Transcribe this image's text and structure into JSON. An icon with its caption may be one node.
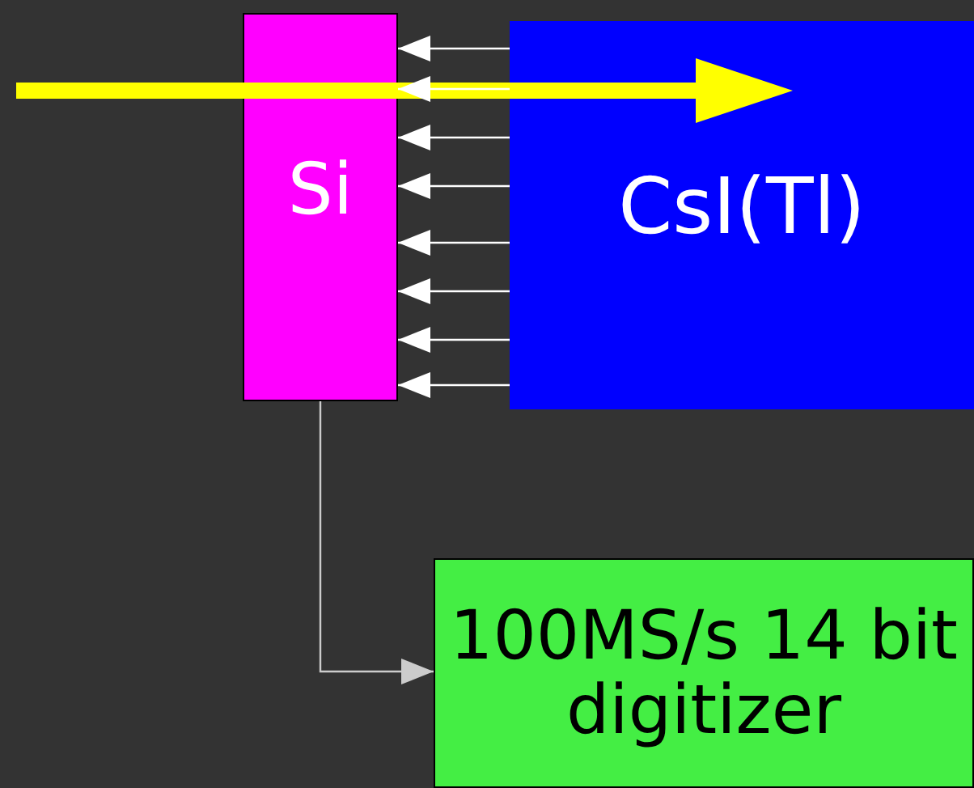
{
  "diagram": {
    "nodes": [
      {
        "text": [
          "Si"
        ]
      },
      {
        "text": [
          "CsI(Tl)"
        ]
      },
      {
        "text": [
          "100MS/s 14 bit digitizer"
        ]
      }
    ],
    "edges": [
      {
        "from": 1,
        "to": 0,
        "arrow": "to"
      },
      {
        "from": 1,
        "to": 0,
        "arrow": "to"
      },
      {
        "from": 1,
        "to": 0,
        "arrow": "to"
      },
      {
        "from": 1,
        "to": 0,
        "arrow": "to"
      },
      {
        "from": 1,
        "to": 0,
        "arrow": "to"
      },
      {
        "from": 1,
        "to": 0,
        "arrow": "to"
      },
      {
        "from": 1,
        "to": 0,
        "arrow": "to"
      },
      {
        "from": 1,
        "to": 0,
        "arrow": "to"
      },
      {
        "from": 0,
        "to": 2,
        "arrow": "to",
        "color": "#cccccc"
      }
    ]
  }
}
